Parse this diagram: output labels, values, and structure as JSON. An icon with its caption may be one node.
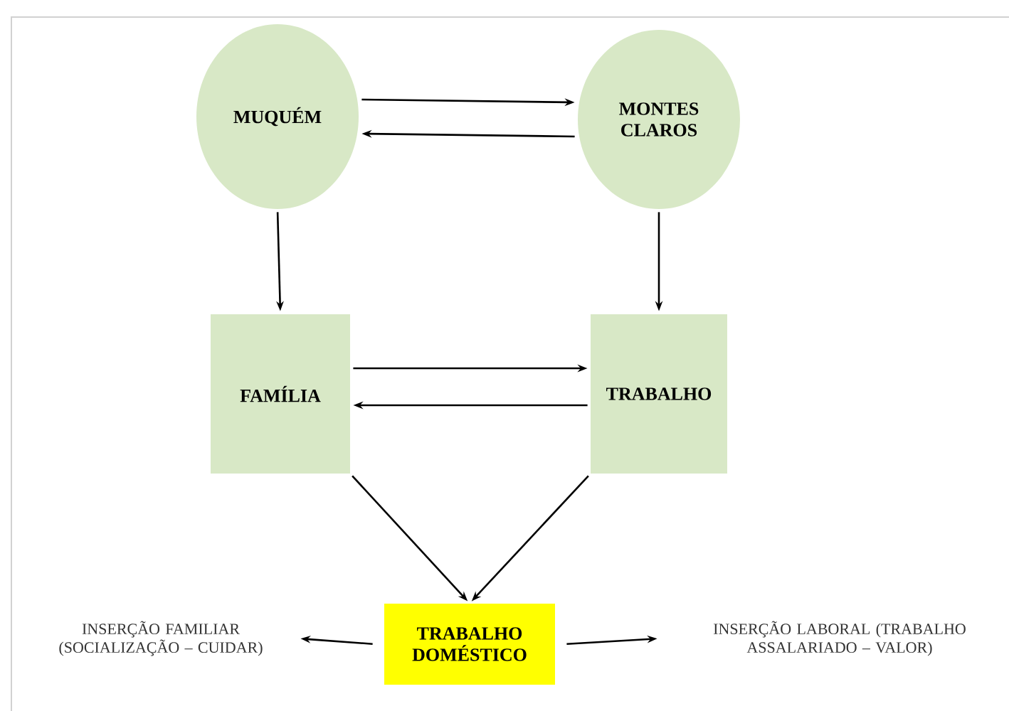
{
  "diagram": {
    "nodes": [
      {
        "text": [
          "MUQUÉM"
        ]
      },
      {
        "text": [
          "MONTES CLAROS"
        ]
      },
      {
        "text": [
          "FAMÍLIA"
        ]
      },
      {
        "text": [
          "TRABALHO"
        ]
      },
      {
        "text": [
          "TRABALHO DOMÉSTICO"
        ]
      },
      {
        "text": [
          "INSERÇÃO FAMILIAR (SOCIALIZAÇÃO – CUIDAR)"
        ]
      },
      {
        "text": [
          "INSERÇÃO LABORAL (TRABALHO ASSALARIADO – VALOR)"
        ]
      }
    ],
    "edges": [
      {
        "from": 0,
        "to": 1,
        "arrow": "to"
      },
      {
        "from": 1,
        "to": 0,
        "arrow": "to"
      },
      {
        "from": 0,
        "to": 2,
        "arrow": "to"
      },
      {
        "from": 1,
        "to": 3,
        "arrow": "to"
      },
      {
        "from": 2,
        "to": 3,
        "arrow": "to"
      },
      {
        "from": 3,
        "to": 2,
        "arrow": "to"
      },
      {
        "from": 2,
        "to": 4,
        "arrow": "to"
      },
      {
        "from": 3,
        "to": 4,
        "arrow": "to"
      },
      {
        "from": 4,
        "to": 5,
        "arrow": "to"
      },
      {
        "from": 4,
        "to": 6,
        "arrow": "to"
      }
    ]
  }
}
